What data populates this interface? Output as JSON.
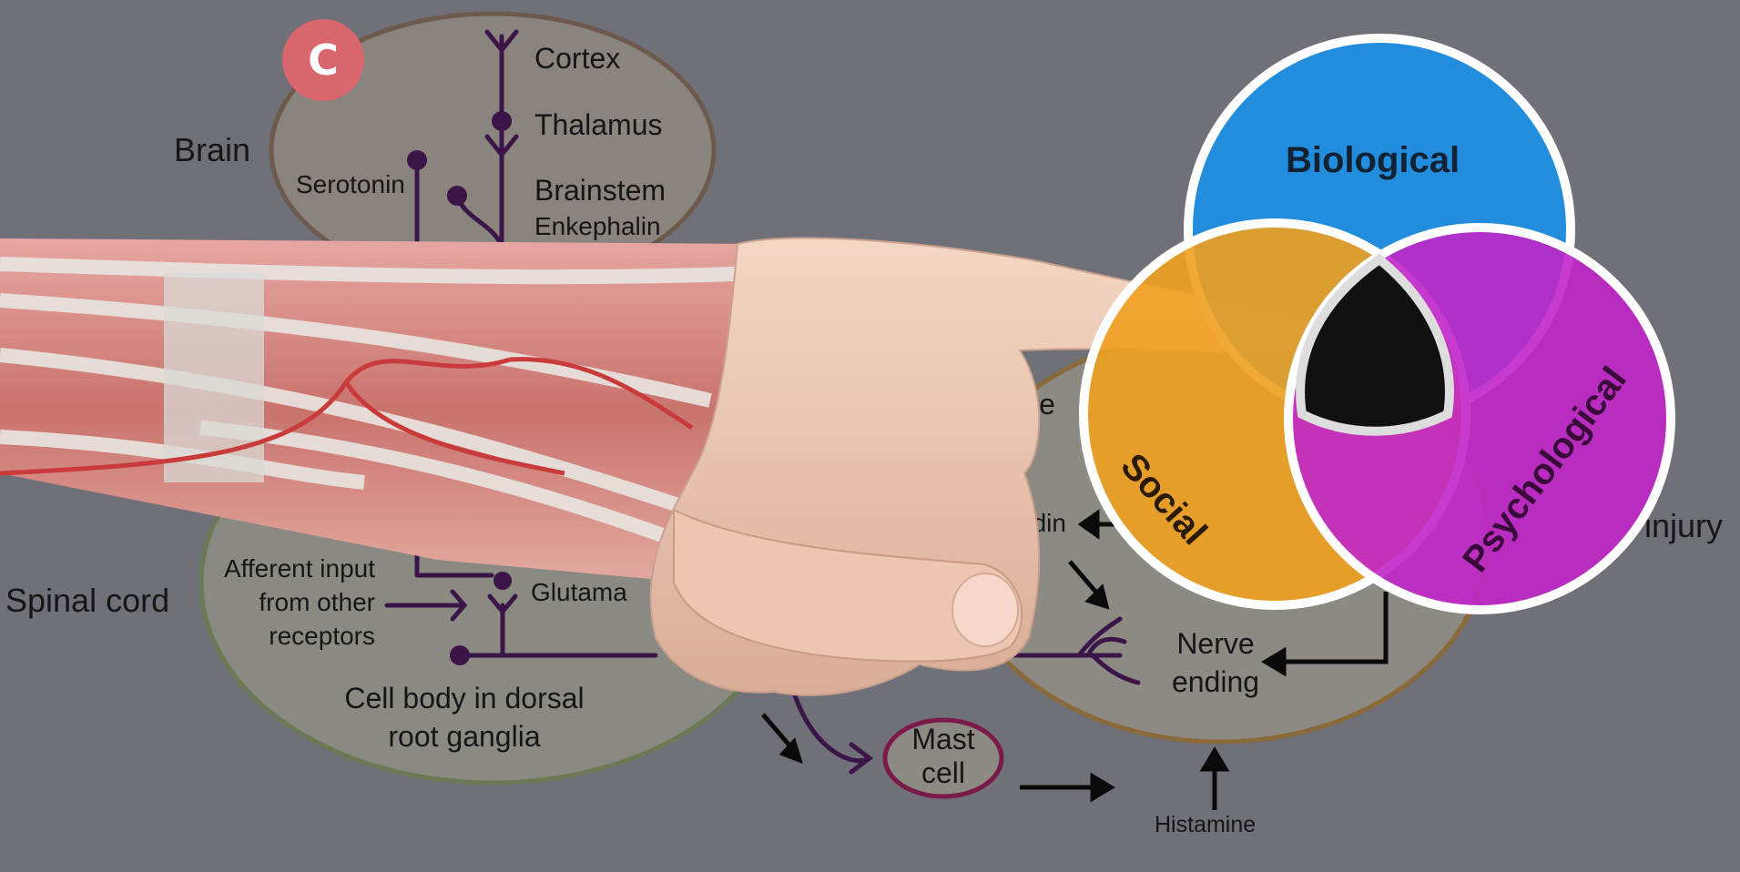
{
  "badge": {
    "letter": "C"
  },
  "pain_pathway": {
    "brain_label": "Brain",
    "spinal_cord_label": "Spinal cord",
    "cortex": "Cortex",
    "thalamus": "Thalamus",
    "brainstem": "Brainstem",
    "enkephalin": "Enkephalin",
    "serotonin": "Serotonin",
    "afferent_line1": "Afferent input",
    "afferent_line2": "from other",
    "afferent_line3": "receptors",
    "glutamate_partial": "Glutama",
    "cell_body_line1": "Cell body in dorsal",
    "cell_body_line2": "root ganglia",
    "muscle_partial": "cle",
    "prostaglandin_partial": "ndin",
    "nerve_ending_line1": "Nerve",
    "nerve_ending_line2": "ending",
    "mast_cell_line1": "Mast",
    "mast_cell_line2": "cell",
    "histamine": "Histamine",
    "injury_partial": "injury"
  },
  "venn": {
    "biological": "Biological",
    "social": "Social",
    "psychological": "Psychological",
    "colors": {
      "biological": "#1a8fe8",
      "social": "#f0a020",
      "psychological": "#c026c8",
      "bio_social": "#22b322",
      "bio_psych": "#1a1ab0",
      "social_psych": "#d01515",
      "center": "#111111"
    }
  },
  "overlay": {
    "image_subject": "anatomical forearm with muscles and tendons pointing hand"
  }
}
